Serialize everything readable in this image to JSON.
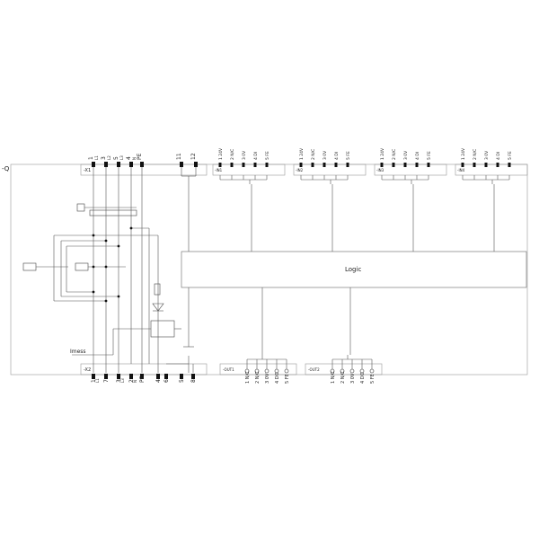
{
  "device_label": "-Q",
  "x1": {
    "label": "-X1",
    "terminals": [
      {
        "num": "1",
        "sig": "L1"
      },
      {
        "num": "3",
        "sig": "L2"
      },
      {
        "num": "5",
        "sig": "L3"
      },
      {
        "num": "4",
        "sig": "N"
      },
      {
        "num": "PE",
        "sig": ""
      },
      {
        "num": "11",
        "sig": ""
      },
      {
        "num": "12",
        "sig": ""
      }
    ]
  },
  "x2": {
    "label": "-X2",
    "terminals": [
      "1",
      "7",
      "3",
      "2",
      "PE",
      "4",
      "6",
      "5",
      "8"
    ],
    "sub": [
      "L1",
      "",
      "L3",
      "N",
      "",
      "",
      "",
      "",
      ""
    ]
  },
  "in_ports": [
    {
      "label": "-IN1",
      "pins": [
        "1 24V",
        "2 N/C",
        "3 0V",
        "4 DI",
        "5 FE"
      ]
    },
    {
      "label": "-IN2",
      "pins": [
        "1 24V",
        "2 N/C",
        "3 0V",
        "4 DI",
        "5 FE"
      ]
    },
    {
      "label": "-IN3",
      "pins": [
        "1 24V",
        "2 N/C",
        "3 0V",
        "4 DI",
        "5 FE"
      ]
    },
    {
      "label": "-IN4",
      "pins": [
        "1 24V",
        "2 N/C",
        "3 0V",
        "4 DI",
        "5 FE"
      ]
    }
  ],
  "out_ports": [
    {
      "label": "-OUT1",
      "pins": [
        "1 N/C",
        "2 N/C",
        "3 0V",
        "4 DO",
        "5 FE"
      ]
    },
    {
      "label": "-OUT2",
      "pins": [
        "1 N/C",
        "2 N/C",
        "3 0V",
        "4 DO",
        "5 FE"
      ]
    }
  ],
  "logic_label": "Logic",
  "imess_label": "Imess",
  "colors": {
    "line": "#555555",
    "terminal": "#111111",
    "frame": "#999999"
  }
}
